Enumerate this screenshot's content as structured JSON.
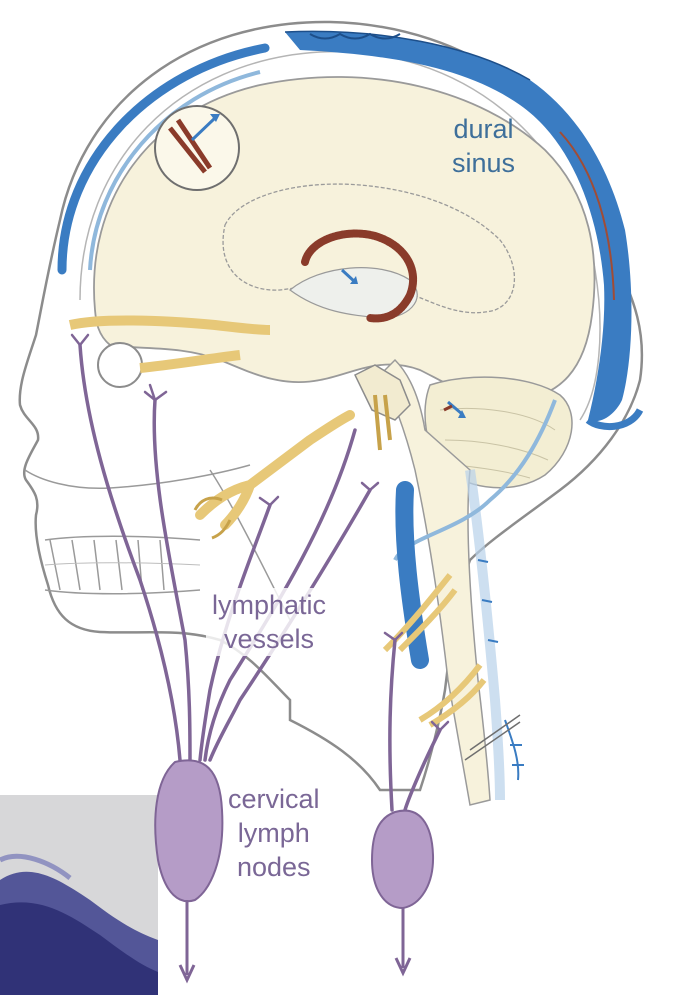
{
  "labels": {
    "dural_sinus": [
      "dural",
      "sinus"
    ],
    "lymphatic_vessels": [
      "lymphatic",
      "vessels"
    ],
    "cervical_lymph_nodes": [
      "cervical",
      "lymph",
      "nodes"
    ]
  },
  "colors": {
    "brain_fill": "#f7f2dc",
    "skull_outline": "#8c8c8c",
    "sinus_blue": "#3a7cc2",
    "sinus_light": "#8fb8dc",
    "lymph_purple": "#b59cc7",
    "lymph_dark": "#7f6596",
    "nerve_tan": "#e7c878",
    "hippocampus_red": "#8a3b2a",
    "label_blue": "#3e6f9a",
    "label_purple": "#7a6796"
  }
}
